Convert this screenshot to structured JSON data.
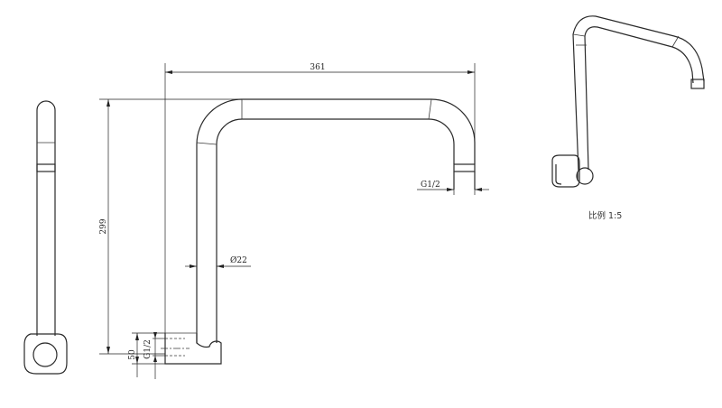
{
  "dimensions": {
    "width_label": "361",
    "height_label": "299",
    "thread_outlet_label": "G1/2",
    "pipe_diameter_label": "Ø22",
    "base_height_label": "50",
    "thread_inlet_label": "G1/2"
  },
  "scale_label": "比例 1:5"
}
